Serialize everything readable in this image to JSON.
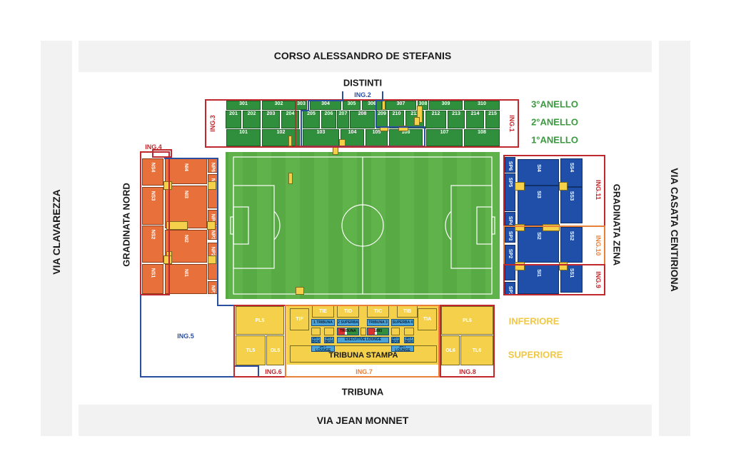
{
  "streets": {
    "north": "CORSO ALESSANDRO DE STEFANIS",
    "south": "VIA JEAN MONNET",
    "west": "VIA CLAVAREZZA",
    "east": "VIA CASATA CENTIRIONA"
  },
  "stands": {
    "distinti": "DISTINTI",
    "tribuna": "TRIBUNA",
    "gradinata_nord": "GRADINATA NORD",
    "gradinata_zena": "GRADINATA ZENA"
  },
  "rings": [
    "3°ANELLO",
    "2°ANELLO",
    "1°ANELLO"
  ],
  "tribuna_levels": [
    "INFERIORE",
    "SUPERIORE"
  ],
  "entrances": {
    "ing1": "ING.1",
    "ing2": "ING.2",
    "ing3": "ING.3",
    "ing4": "ING.4",
    "ing5": "ING.5",
    "ing6": "ING.6",
    "ing7": "ING.7",
    "ing8": "ING.8",
    "ing9": "ING.9",
    "ing10": "ING.10",
    "ing11": "ING.11"
  },
  "sections": {
    "distinti_ring3": [
      "301",
      "302",
      "303",
      "304",
      "305",
      "306",
      "307",
      "308",
      "309",
      "310"
    ],
    "distinti_ring2": [
      "201",
      "202",
      "203",
      "204",
      "205",
      "206",
      "207",
      "208",
      "209",
      "210",
      "211",
      "212",
      "213",
      "214",
      "215"
    ],
    "distinti_ring1": [
      "101",
      "102",
      "103",
      "104",
      "105",
      "106",
      "107",
      "108"
    ],
    "nord": [
      "NS4",
      "NS3",
      "NS2",
      "NS1",
      "NI4",
      "NI3",
      "NI2",
      "NI1",
      "NP6",
      "NP5",
      "NP4",
      "NP3",
      "NP2",
      "NP1"
    ],
    "zena": [
      "SP6",
      "SP5",
      "SP4",
      "SP3",
      "SP2",
      "SP1",
      "SI4",
      "SI3",
      "SI2",
      "SI1",
      "SS4",
      "SS3",
      "SS2",
      "SS1"
    ],
    "tribuna_sides": [
      "PL5",
      "TL5",
      "OL5",
      "PL6",
      "OL6",
      "TL6"
    ],
    "tribuna_upper": [
      "TIF",
      "TIE",
      "TID",
      "TIC",
      "TIB",
      "TIA"
    ],
    "tribuna_boxes": [
      "1 TRIBUNA",
      "2 SUPERBA",
      "TRIBUNA 3",
      "SUPERBA 4",
      "TRIBUNA",
      "1893",
      "SKY BOX",
      "SKY BOX",
      "EXECUTIVE LOUNGE",
      "SKY BOX",
      "SKY BOX",
      "SKY LOUNGE",
      "SKY LOUNGE"
    ],
    "tribuna_stampa": "TRIBUNA STAMPA"
  },
  "colors": {
    "distinti": "#2f8f3c",
    "nord": "#e8703a",
    "zena": "#1f4fa8",
    "tribuna": "#f5d04a",
    "boxes": "#4aa3d8",
    "pitch": "#5fb34a",
    "entrance_red": "#c0282e",
    "entrance_blue": "#2a4fa0",
    "entrance_orange": "#e8803a",
    "rings": "#3a9a3e",
    "levels": "#f2c744"
  }
}
